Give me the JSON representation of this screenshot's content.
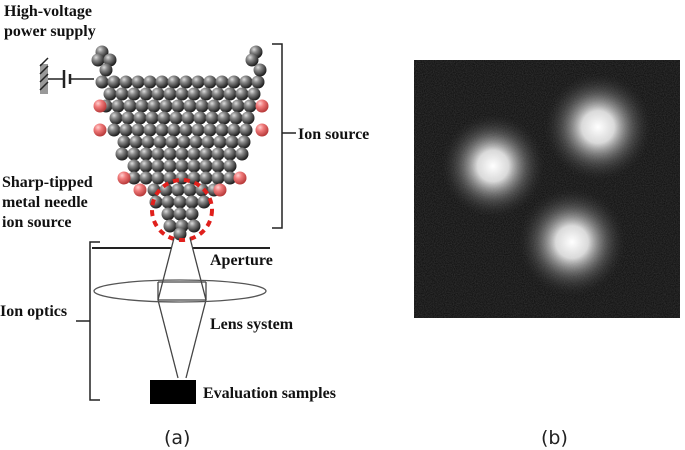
{
  "panel_a": {
    "caption": "(a)",
    "labels": {
      "power_line1": "High-voltage",
      "power_line2": "power supply",
      "ion_source": "Ion source",
      "needle_line1": "Sharp-tipped",
      "needle_line2": "metal needle",
      "needle_line3": "ion source",
      "aperture": "Aperture",
      "ion_optics": "Ion optics",
      "lens_system": "Lens system",
      "evaluation": "Evaluation samples"
    },
    "colors": {
      "atom": "#4a4a4a",
      "highlight_atom": "#e86a6a",
      "tip_circle": "#e0201c",
      "sample": "#000000"
    }
  },
  "panel_b": {
    "caption": "(b)",
    "background": "#0a0a0a",
    "spot_color": "#ffffff",
    "spots": 3
  }
}
